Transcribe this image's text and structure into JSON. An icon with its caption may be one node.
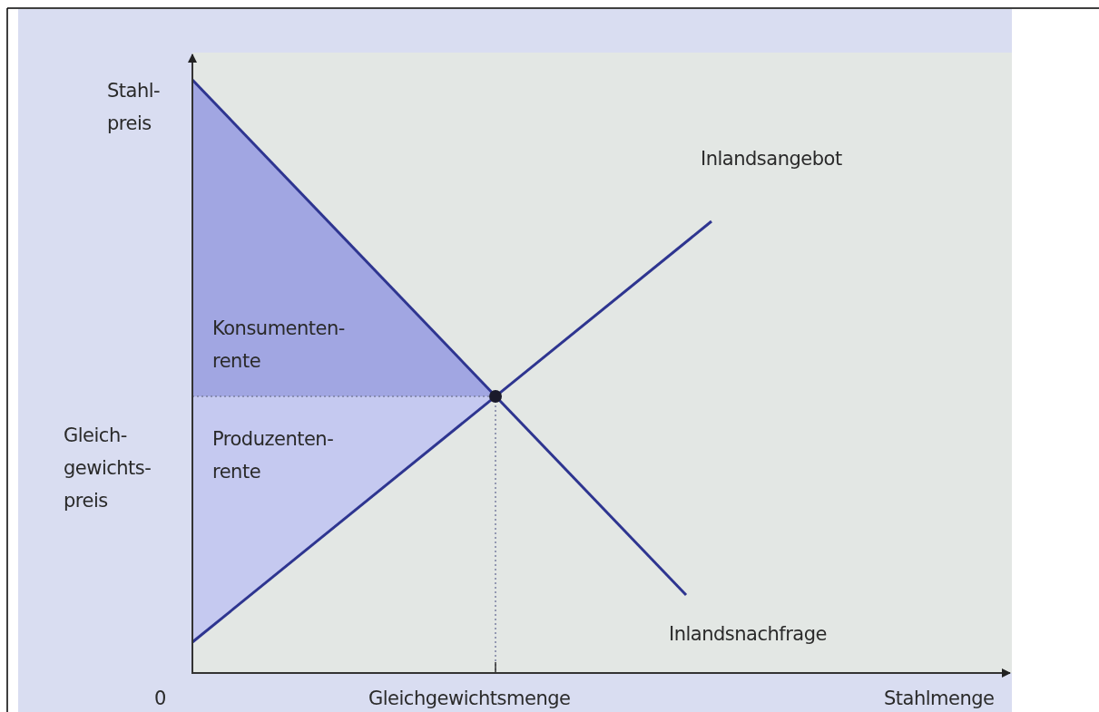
{
  "diagram": {
    "labels": [
      "Stahl- preis",
      "Inlandsangebot",
      "Konsumenten- rente",
      "Gleich- gewichts- preis",
      "Produzenten- rente",
      "Inlandsnachfrage",
      "0",
      "Gleichgewichtsmenge",
      "Stahlmenge"
    ]
  }
}
